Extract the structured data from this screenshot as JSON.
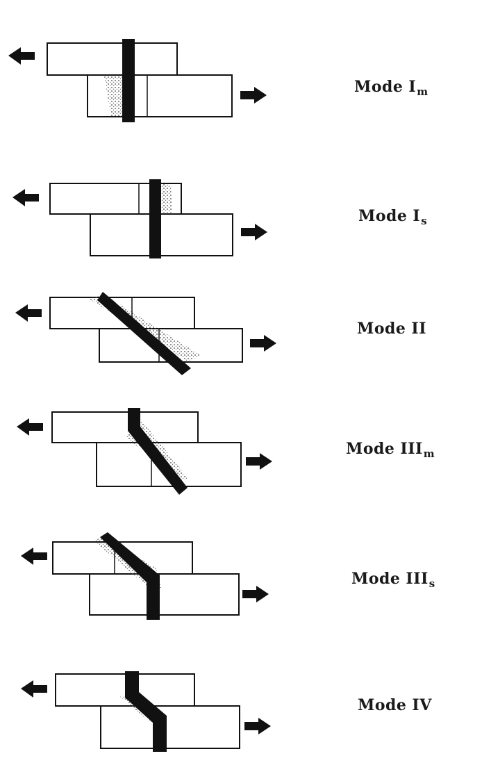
{
  "modes": [
    {
      "word": "Mode",
      "numeral": "I",
      "sub": "m"
    },
    {
      "word": "Mode",
      "numeral": "I",
      "sub": "s"
    },
    {
      "word": "Mode",
      "numeral": "II",
      "sub": ""
    },
    {
      "word": "Mode",
      "numeral": "III",
      "sub": "m"
    },
    {
      "word": "Mode",
      "numeral": "III",
      "sub": "s"
    },
    {
      "word": "Mode",
      "numeral": "IV",
      "sub": ""
    }
  ],
  "colors": {
    "stroke": "#111111",
    "fastener": "#111111",
    "crushing": "#555555",
    "background": "#ffffff"
  }
}
